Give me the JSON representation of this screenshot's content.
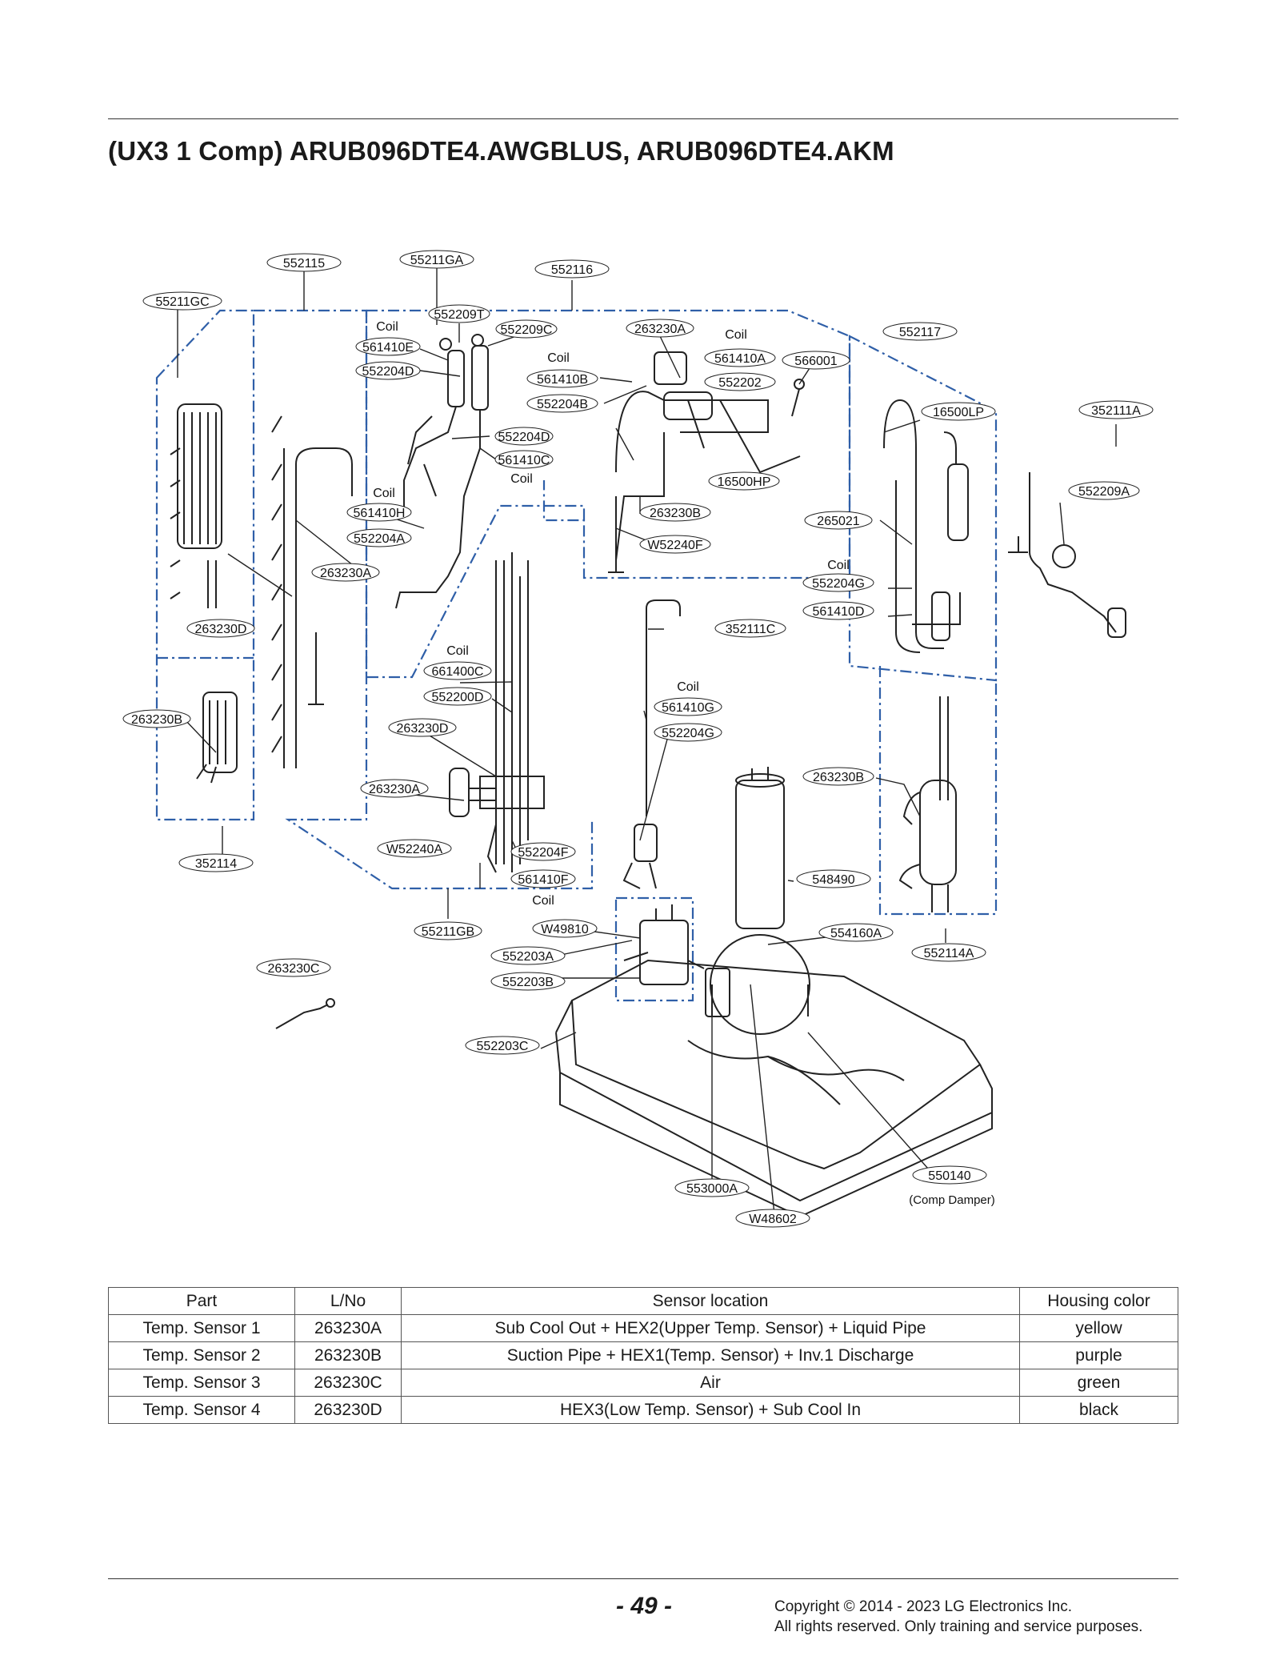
{
  "title": "(UX3 1 Comp) ARUB096DTE4.AWGBLUS, ARUB096DTE4.AKM",
  "callouts": {
    "c552115": "552115",
    "c55211GA": "55211GA",
    "c552116": "552116",
    "c55211GC": "55211GC",
    "c552209T": "552209T",
    "c552209C": "552209C",
    "c263230A_top": "263230A",
    "c561410E": "561410E",
    "c552204D_top": "552204D",
    "c561410B": "561410B",
    "c552204B": "552204B",
    "c561410A": "561410A",
    "c566001": "566001",
    "c552202": "552202",
    "c552117": "552117",
    "c16500LP": "16500LP",
    "c352111A": "352111A",
    "c552204D_mid": "552204D",
    "c561410C": "561410C",
    "c16500HP": "16500HP",
    "c552209A": "552209A",
    "c561410H": "561410H",
    "c263230B_top": "263230B",
    "c265021": "265021",
    "c552204A": "552204A",
    "cW52240F": "W52240F",
    "c263230A_left": "263230A",
    "c552204G_right": "552204G",
    "c561410D": "561410D",
    "c263230D_left": "263230D",
    "c352111C": "352111C",
    "c661400C": "661400C",
    "c552200D": "552200D",
    "c263230B_left": "263230B",
    "c561410G": "561410G",
    "c552204G_mid": "552204G",
    "c263230D_mid": "263230D",
    "c263230B_right": "263230B",
    "c263230A_mid": "263230A",
    "cW52240A": "W52240A",
    "c552204F": "552204F",
    "c352114": "352114",
    "c561410F": "561410F",
    "c548490": "548490",
    "c55211GB": "55211GB",
    "cW49810": "W49810",
    "c554160A": "554160A",
    "c552114A": "552114A",
    "c552203A": "552203A",
    "c263230C": "263230C",
    "c552203B": "552203B",
    "c552203C": "552203C",
    "c553000A": "553000A",
    "c550140": "550140",
    "cW48602": "W48602"
  },
  "coil_label": "Coil",
  "comp_damper_note": "(Comp Damper)",
  "table": {
    "headers": [
      "Part",
      "L/No",
      "Sensor location",
      "Housing color"
    ],
    "rows": [
      [
        "Temp. Sensor 1",
        "263230A",
        "Sub Cool Out + HEX2(Upper Temp. Sensor) + Liquid Pipe",
        "yellow"
      ],
      [
        "Temp. Sensor 2",
        "263230B",
        "Suction Pipe + HEX1(Temp. Sensor) + Inv.1  Discharge",
        "purple"
      ],
      [
        "Temp. Sensor 3",
        "263230C",
        "Air",
        "green"
      ],
      [
        "Temp. Sensor 4",
        "263230D",
        "HEX3(Low Temp. Sensor) + Sub Cool In",
        "black"
      ]
    ]
  },
  "footer": {
    "page_number": "- 49 -",
    "copyright_line1": "Copyright © 2014 - 2023 LG Electronics Inc.",
    "copyright_line2": "All rights reserved. Only training and service purposes."
  },
  "colors": {
    "group_outline": "#2f5fa8",
    "ink": "#1a1a1a"
  }
}
